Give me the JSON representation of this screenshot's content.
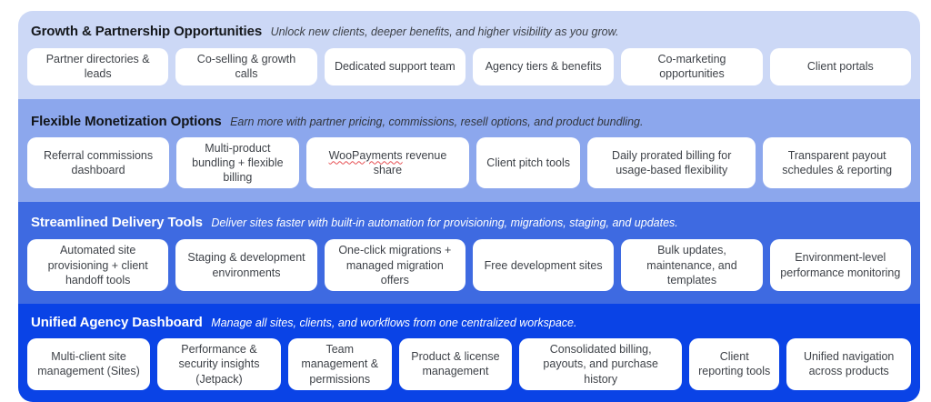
{
  "page": {
    "background": "#ffffff"
  },
  "spellcheck_underline_color": "#e65054",
  "card_style": {
    "background": "#ffffff",
    "text_color": "#3e4248"
  },
  "sections": [
    {
      "id": "growth-partnership-opportunities",
      "title": "Growth & Partnership Opportunities",
      "subtitle": "Unlock new clients, deeper benefits, and higher visibility as you grow.",
      "background": "#ccd8f6",
      "title_color": "#15181c",
      "subtitle_color": "#3c4047",
      "cards": [
        {
          "label": "Partner directories & leads"
        },
        {
          "label": "Co-selling & growth calls"
        },
        {
          "label": "Dedicated support team"
        },
        {
          "label": "Agency tiers & benefits"
        },
        {
          "label": "Co-marketing opportunities"
        },
        {
          "label": "Client portals"
        }
      ]
    },
    {
      "id": "flexible-monetization-options",
      "title": "Flexible Monetization Options",
      "subtitle": "Earn more with partner pricing, commissions, resell options, and product bundling.",
      "background": "#8ca7ed",
      "title_color": "#121519",
      "subtitle_color": "#30343b",
      "cards": [
        {
          "label": "Referral commissions dashboard"
        },
        {
          "label": "Multi-product bundling + flexible billing"
        },
        {
          "label": "WooPayments revenue share",
          "spellcheck_underline": "WooPayments"
        },
        {
          "label": "Client pitch tools"
        },
        {
          "label": "Daily prorated billing for usage-based flexibility"
        },
        {
          "label": "Transparent payout schedules & reporting"
        }
      ]
    },
    {
      "id": "streamlined-delivery-tools",
      "title": "Streamlined Delivery Tools",
      "subtitle": "Deliver sites faster with built-in automation for provisioning, migrations, staging, and updates.",
      "background": "#3e6ae1",
      "title_color": "#ffffff",
      "subtitle_color": "#ffffff",
      "cards": [
        {
          "label": "Automated site provisioning + client handoff tools"
        },
        {
          "label": "Staging & development environments"
        },
        {
          "label": "One-click migrations + managed migration offers"
        },
        {
          "label": "Free development sites"
        },
        {
          "label": "Bulk updates, maintenance, and templates"
        },
        {
          "label": "Environment-level performance monitoring"
        }
      ]
    },
    {
      "id": "unified-agency-dashboard",
      "title": "Unified Agency Dashboard",
      "subtitle": "Manage all sites, clients, and workflows from one centralized workspace.",
      "background": "#0a43e6",
      "title_color": "#ffffff",
      "subtitle_color": "#ffffff",
      "cards": [
        {
          "label": "Multi-client site management (Sites)"
        },
        {
          "label": "Performance & security insights (Jetpack)"
        },
        {
          "label": "Team management & permissions"
        },
        {
          "label": "Product & license management"
        },
        {
          "label": "Consolidated billing, payouts, and purchase history"
        },
        {
          "label": "Client reporting tools"
        },
        {
          "label": "Unified navigation across products"
        }
      ]
    }
  ]
}
